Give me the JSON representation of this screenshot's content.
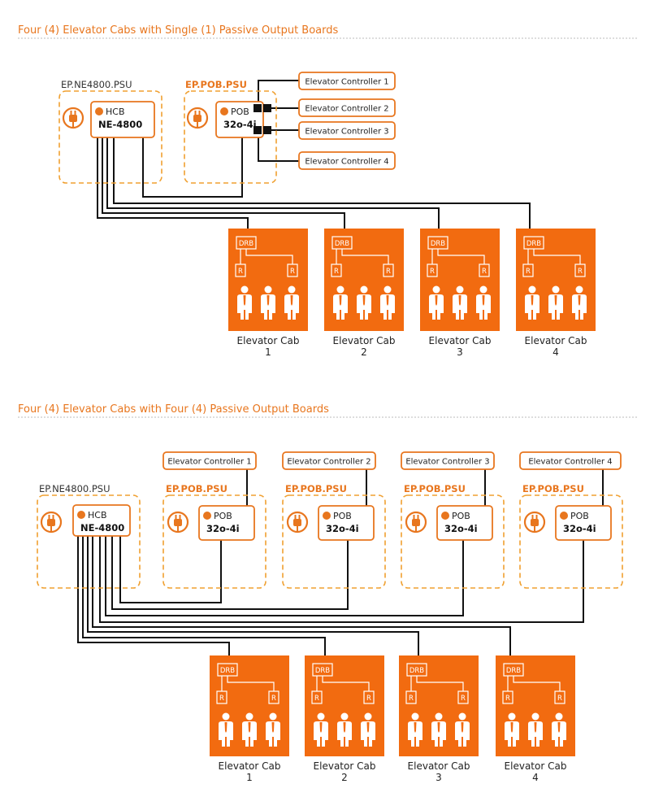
{
  "colors": {
    "accent": "#e8761e",
    "cab_fill": "#f26b10",
    "dash": "#f0a030",
    "wire": "#111111",
    "title": "#e8761e"
  },
  "labels": {
    "psu": "EP.NE4800.PSU",
    "pob_psu": "EP.POB.PSU",
    "hcb": "HCB",
    "hcb_model": "NE-4800",
    "pob": "POB",
    "pob_model": "32o-4i",
    "drb": "DRB",
    "r": "R",
    "cab": "Elevator Cab",
    "controllers": [
      "Elevator Controller 1",
      "Elevator Controller 2",
      "Elevator Controller 3",
      "Elevator Controller 4"
    ],
    "cab_numbers": [
      "1",
      "2",
      "3",
      "4"
    ]
  },
  "diagram1": {
    "title": "Four (4) Elevator Cabs with Single (1) Passive Output Boards"
  },
  "diagram2": {
    "title": "Four (4) Elevator Cabs with Four (4) Passive Output Boards"
  },
  "icons": {
    "psu_plug": "power-plug-icon",
    "status_dot": "orange-dot-icon",
    "person": "person-icon"
  }
}
